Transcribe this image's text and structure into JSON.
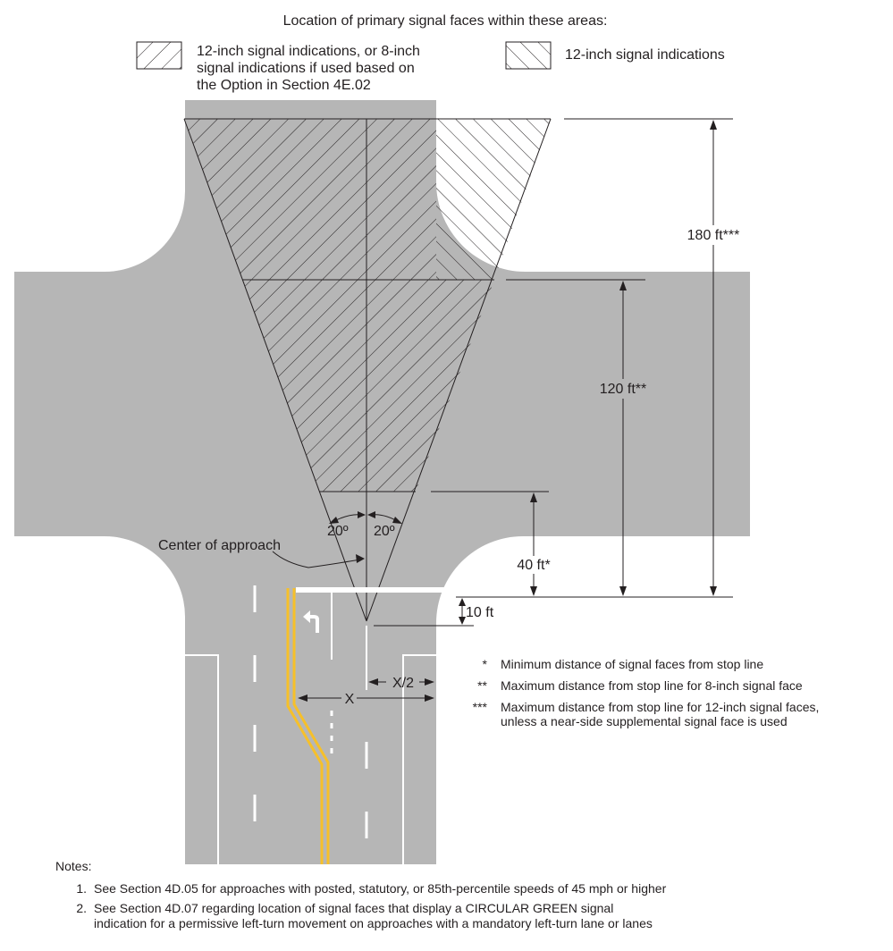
{
  "legend": {
    "heading": "Location of primary signal faces within these areas:",
    "items": [
      {
        "lines": [
          "12-inch signal indications, or 8-inch",
          "signal indications if used based on",
          "the Option in Section 4E.02"
        ]
      },
      {
        "lines": [
          "12-inch signal indications"
        ]
      }
    ]
  },
  "dimensions": {
    "d180": "180 ft***",
    "d120": "120 ft**",
    "d40": "40 ft*",
    "d10": "10 ft",
    "x": "X",
    "x_half": "X/2"
  },
  "angles": {
    "left": "20º",
    "right": "20º"
  },
  "labels": {
    "center": "Center of approach"
  },
  "footnotes": [
    {
      "mark": "*",
      "lines": [
        "Minimum distance of signal faces from stop line"
      ]
    },
    {
      "mark": "**",
      "lines": [
        "Maximum distance from stop line for 8-inch signal face"
      ]
    },
    {
      "mark": "***",
      "lines": [
        "Maximum distance from stop line for 12-inch signal faces,",
        "unless a near-side supplemental signal face is used"
      ]
    }
  ],
  "notes": {
    "title": "Notes:",
    "items": [
      {
        "num": "1.",
        "lines": [
          "See Section 4D.05 for approaches with posted, statutory, or 85th-percentile speeds of 45 mph or higher"
        ]
      },
      {
        "num": "2.",
        "lines": [
          "See Section 4D.07 regarding location of signal faces that display a CIRCULAR GREEN signal",
          "indication for a permissive left-turn movement on approaches with a mandatory left-turn lane or lanes"
        ]
      }
    ]
  },
  "colors": {
    "road": "#b6b6b6",
    "yellow": "#f6c02a",
    "line": "#231f20",
    "marking": "#ffffff"
  }
}
